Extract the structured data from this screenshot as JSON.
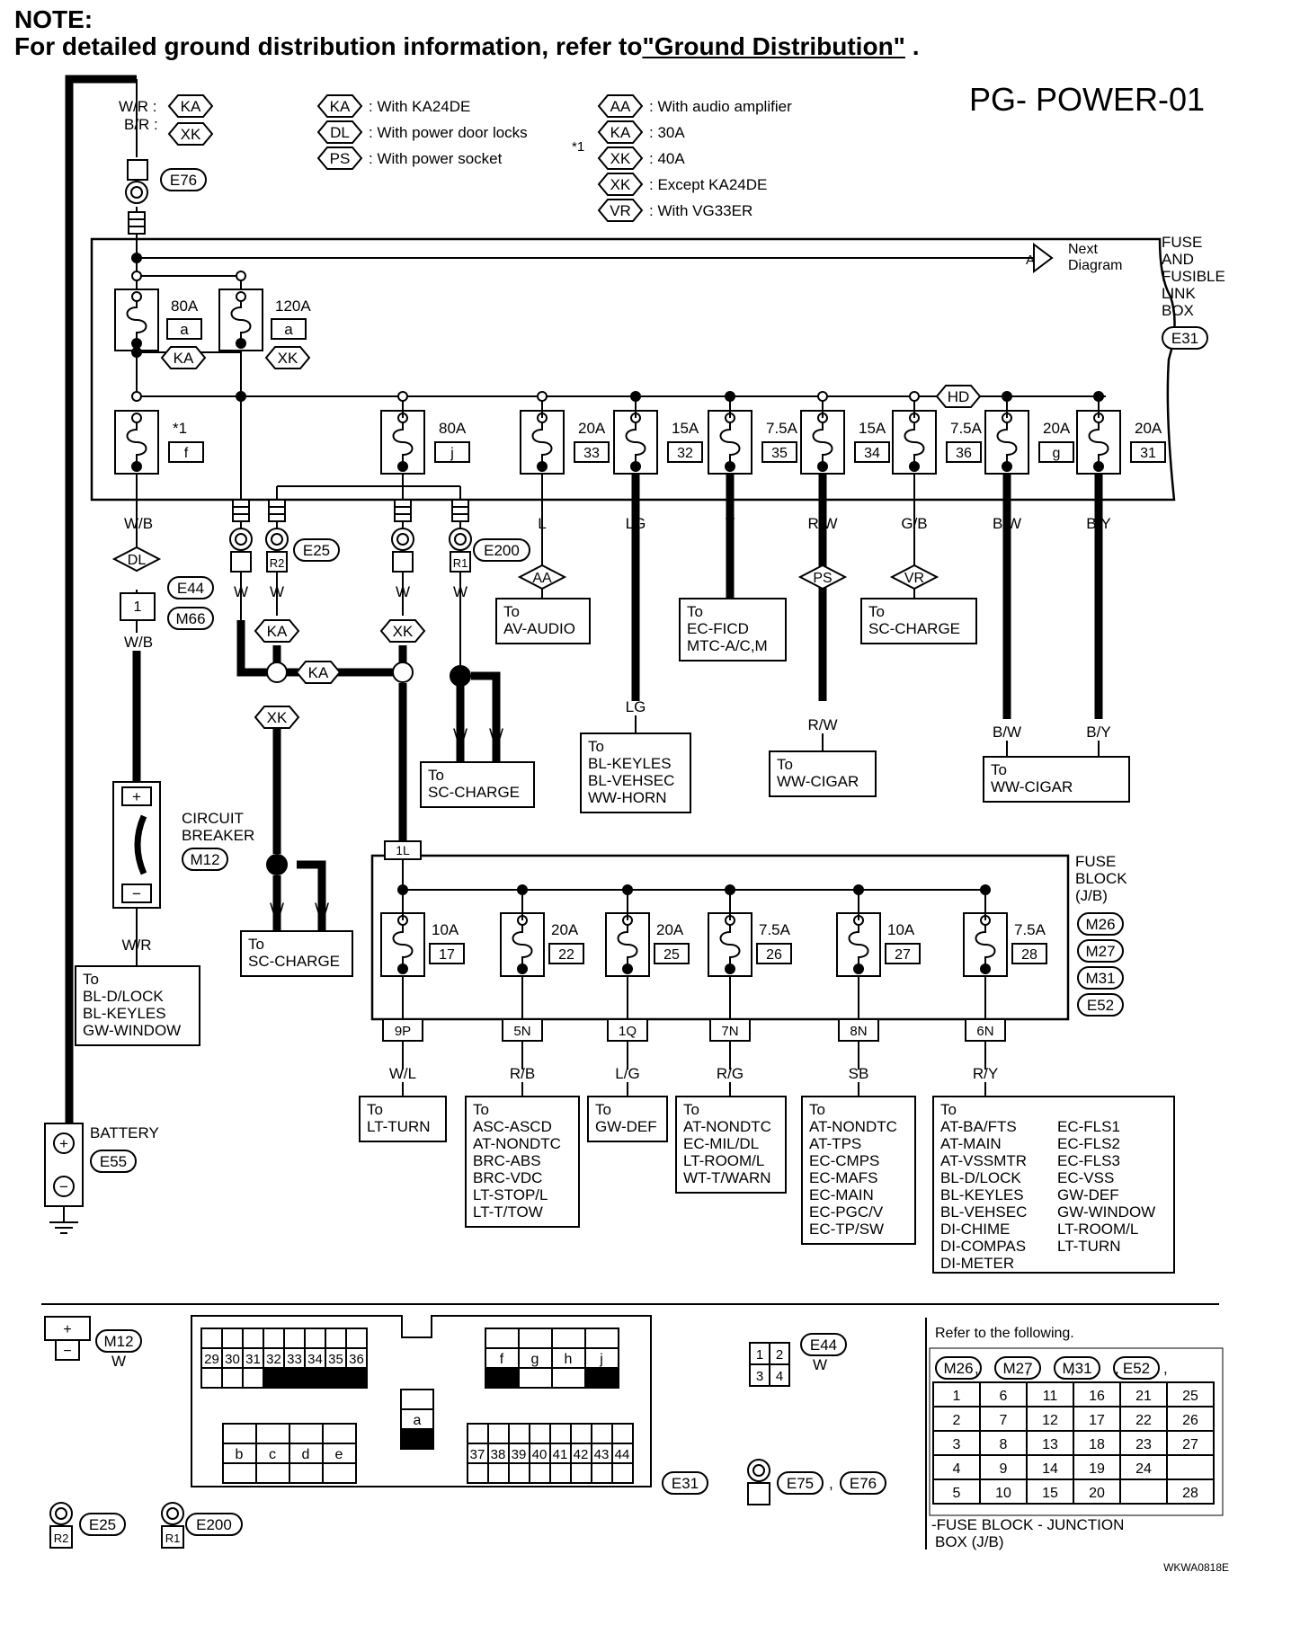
{
  "note": {
    "title": "NOTE:",
    "text": "For detailed ground distribution information, refer to",
    "link": "\"Ground Distribution\"",
    "end": " ."
  },
  "diagram_id": "PG- POWER-01",
  "figure_code": "WKWA0818E",
  "legend_left": [
    {
      "tag": "KA",
      "text": ": With KA24DE"
    },
    {
      "tag": "DL",
      "text": ": With power door locks"
    },
    {
      "tag": "PS",
      "text": ": With power socket"
    }
  ],
  "legend_right": [
    {
      "tag": "AA",
      "text": ": With audio amplifier"
    },
    {
      "tag": "KA",
      "text": ": 30A"
    },
    {
      "tag": "XK",
      "text": ": 40A"
    },
    {
      "tag": "XK",
      "text": ": Except KA24DE"
    },
    {
      "tag": "VR",
      "text": ": With VG33ER"
    }
  ],
  "star1": "*1",
  "top_wires": {
    "wr": "W/R :",
    "br": "B/R :",
    "tag_ka": "KA",
    "tag_xk": "XK",
    "conn": "E76"
  },
  "next_diagram": {
    "tag": "A",
    "line1": "Next",
    "line2": "Diagram"
  },
  "fusible_box": {
    "l1": "FUSE",
    "l2": "AND",
    "l3": "FUSIBLE",
    "l4": "LINK",
    "l5": "BOX",
    "conn": "E31"
  },
  "fusible_links_top": [
    {
      "amp": "80A",
      "id": "a",
      "tag": "KA"
    },
    {
      "amp": "120A",
      "id": "a",
      "tag": "XK"
    }
  ],
  "hd_tag": "HD",
  "fuses_row": [
    {
      "amp": "*1",
      "id": "f"
    },
    {
      "amp": "80A",
      "id": "j"
    },
    {
      "amp": "20A",
      "id": "33"
    },
    {
      "amp": "15A",
      "id": "32"
    },
    {
      "amp": "7.5A",
      "id": "35"
    },
    {
      "amp": "15A",
      "id": "34"
    },
    {
      "amp": "7.5A",
      "id": "36"
    },
    {
      "amp": "20A",
      "id": "g"
    },
    {
      "amp": "20A",
      "id": "31"
    }
  ],
  "wires": {
    "wb": "W/B",
    "w": "W",
    "l": "L",
    "lg": "LG",
    "y": "Y",
    "rw": "R/W",
    "gb": "G/B",
    "bw": "B/W",
    "by": "B/Y",
    "wr": "W/R",
    "wl": "W/L",
    "rb": "R/B",
    "lgr": "L/G",
    "rg": "R/G",
    "sb": "SB",
    "ry": "R/Y"
  },
  "tags": {
    "dl": "DL",
    "ka": "KA",
    "xk": "XK",
    "aa": "AA",
    "ps": "PS",
    "vr": "VR"
  },
  "connectors": {
    "e25": "E25",
    "e200": "E200",
    "r2": "R2",
    "r1": "R1",
    "e44": "E44",
    "m66": "M66",
    "pin1": "1",
    "m12": "M12",
    "e55": "E55",
    "e31": "E31",
    "e75": "E75",
    "e76": "E76",
    "jb1l": "1L"
  },
  "circuit_breaker": {
    "l1": "CIRCUIT",
    "l2": "BREAKER",
    "conn": "M12",
    "plus": "+",
    "minus": "−"
  },
  "battery": {
    "label": "BATTERY",
    "conn": "E55"
  },
  "dest_boxes": {
    "av_audio": [
      "To",
      "AV-AUDIO"
    ],
    "ec_ficd": [
      "To",
      "EC-FICD",
      "MTC-A/C,M"
    ],
    "sc_charge_r": [
      "To",
      "SC-CHARGE"
    ],
    "sc_charge_m": [
      "To",
      "SC-CHARGE"
    ],
    "bl_keyles": [
      "To",
      "BL-KEYLES",
      "BL-VEHSEC",
      "WW-HORN"
    ],
    "ww_cigar1": [
      "To",
      "WW-CIGAR"
    ],
    "ww_cigar2": [
      "To",
      "WW-CIGAR"
    ],
    "sc_charge_l": [
      "To",
      "SC-CHARGE"
    ],
    "bl_dlock": [
      "To",
      "BL-D/LOCK",
      "BL-KEYLES",
      "GW-WINDOW"
    ],
    "lt_turn": [
      "To",
      "LT-TURN"
    ],
    "asc": [
      "To",
      "ASC-ASCD",
      "AT-NONDTC",
      "BRC-ABS",
      "BRC-VDC",
      "LT-STOP/L",
      "LT-T/TOW"
    ],
    "gw_def": [
      "To",
      "GW-DEF"
    ],
    "at_nondtc1": [
      "To",
      "AT-NONDTC",
      "EC-MIL/DL",
      "LT-ROOM/L",
      "WT-T/WARN"
    ],
    "at_nondtc2": [
      "To",
      "AT-NONDTC",
      "AT-TPS",
      "EC-CMPS",
      "EC-MAFS",
      "EC-MAIN",
      "EC-PGC/V",
      "EC-TP/SW"
    ],
    "big_a": [
      "To",
      "AT-BA/FTS",
      "AT-MAIN",
      "AT-VSSMTR",
      "BL-D/LOCK",
      "BL-KEYLES",
      "BL-VEHSEC",
      "DI-CHIME",
      "DI-COMPAS",
      "DI-METER"
    ],
    "big_b": [
      "EC-FLS1",
      "EC-FLS2",
      "EC-FLS3",
      "EC-VSS",
      "GW-DEF",
      "GW-WINDOW",
      "LT-ROOM/L",
      "LT-TURN"
    ]
  },
  "fuse_block": {
    "l1": "FUSE",
    "l2": "BLOCK",
    "l3": "(J/B)",
    "conns": [
      "M26",
      "M27",
      "M31",
      "E52"
    ],
    "fuses": [
      {
        "amp": "10A",
        "id": "17",
        "pin": "9P"
      },
      {
        "amp": "20A",
        "id": "22",
        "pin": "5N"
      },
      {
        "amp": "20A",
        "id": "25",
        "pin": "1Q"
      },
      {
        "amp": "7.5A",
        "id": "26",
        "pin": "7N"
      },
      {
        "amp": "10A",
        "id": "27",
        "pin": "8N"
      },
      {
        "amp": "7.5A",
        "id": "28",
        "pin": "6N"
      }
    ]
  },
  "bottom": {
    "m12_w": "W",
    "e44_w": "W",
    "e31_left_cells": [
      "29",
      "30",
      "31",
      "32",
      "33",
      "34",
      "35",
      "36"
    ],
    "e31_right_top": [
      "f",
      "g",
      "h",
      "j"
    ],
    "e31_mid": [
      "b",
      "c",
      "d",
      "e"
    ],
    "e31_a": "a",
    "e31_bottom": [
      "37",
      "38",
      "39",
      "40",
      "41",
      "42",
      "43",
      "44"
    ],
    "e44_cells": [
      "1",
      "2",
      "3",
      "4"
    ],
    "refer": "Refer to the following.",
    "refer_caption1": "-FUSE BLOCK - JUNCTION",
    "refer_caption2": "BOX (J/B)",
    "refer_grid": [
      [
        "1",
        "6",
        "11",
        "16",
        "21",
        "25"
      ],
      [
        "2",
        "7",
        "12",
        "17",
        "22",
        "26"
      ],
      [
        "3",
        "8",
        "13",
        "18",
        "23",
        "27"
      ],
      [
        "4",
        "9",
        "14",
        "19",
        "24",
        ""
      ],
      [
        "5",
        "10",
        "15",
        "20",
        "",
        "28"
      ]
    ]
  }
}
